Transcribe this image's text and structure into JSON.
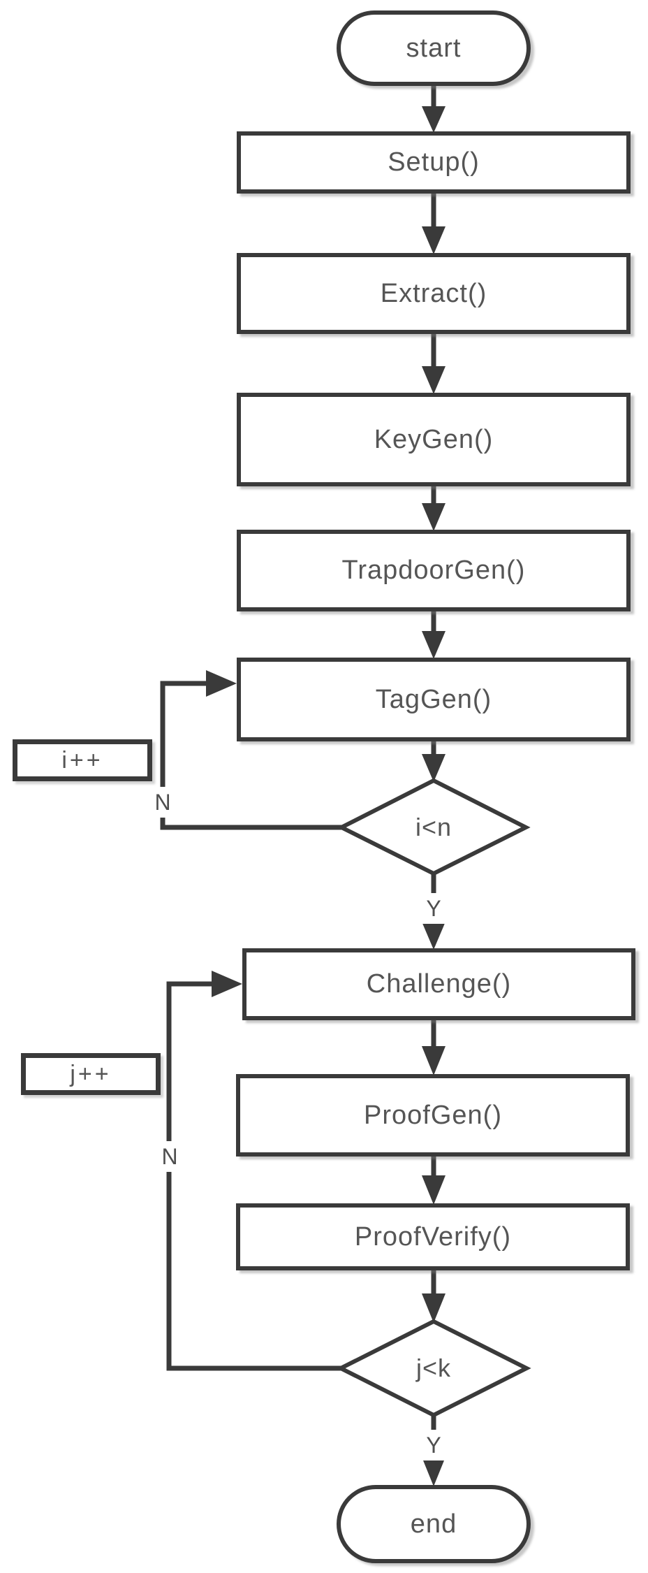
{
  "diagram": {
    "type": "flowchart",
    "title": "",
    "colors": {
      "background": "#ffffff",
      "line": "#3a3a3a",
      "text": "#555555",
      "label_text": "#4f4f4f"
    },
    "nodes": {
      "start": {
        "shape": "terminator",
        "label": "start"
      },
      "setup": {
        "shape": "process",
        "label": "Setup()"
      },
      "extract": {
        "shape": "process",
        "label": "Extract()"
      },
      "keygen": {
        "shape": "process",
        "label": "KeyGen()"
      },
      "trapdoorgen": {
        "shape": "process",
        "label": "TrapdoorGen()"
      },
      "taggen": {
        "shape": "process",
        "label": "TagGen()"
      },
      "cond_i": {
        "shape": "decision",
        "label": "i<n"
      },
      "i_inc": {
        "shape": "process",
        "label": "i++"
      },
      "challenge": {
        "shape": "process",
        "label": "Challenge()"
      },
      "j_inc": {
        "shape": "process",
        "label": "j++"
      },
      "proofgen": {
        "shape": "process",
        "label": "ProofGen()"
      },
      "proofverify": {
        "shape": "process",
        "label": "ProofVerify()"
      },
      "cond_j": {
        "shape": "decision",
        "label": "j<k"
      },
      "end": {
        "shape": "terminator",
        "label": "end"
      }
    },
    "edges": [
      {
        "from": "start",
        "to": "setup"
      },
      {
        "from": "setup",
        "to": "extract"
      },
      {
        "from": "extract",
        "to": "keygen"
      },
      {
        "from": "keygen",
        "to": "trapdoorgen"
      },
      {
        "from": "trapdoorgen",
        "to": "taggen"
      },
      {
        "from": "taggen",
        "to": "cond_i"
      },
      {
        "from": "cond_i",
        "to": "challenge",
        "label": "Y"
      },
      {
        "from": "cond_i",
        "to": "taggen",
        "label": "N",
        "via": "i_inc loop"
      },
      {
        "from": "challenge",
        "to": "proofgen"
      },
      {
        "from": "proofgen",
        "to": "proofverify"
      },
      {
        "from": "proofverify",
        "to": "cond_j"
      },
      {
        "from": "cond_j",
        "to": "end",
        "label": "Y"
      },
      {
        "from": "cond_j",
        "to": "challenge",
        "label": "N",
        "via": "j_inc loop"
      }
    ],
    "branch_labels": {
      "i_no": "N",
      "i_yes": "Y",
      "j_no": "N",
      "j_yes": "Y"
    }
  }
}
